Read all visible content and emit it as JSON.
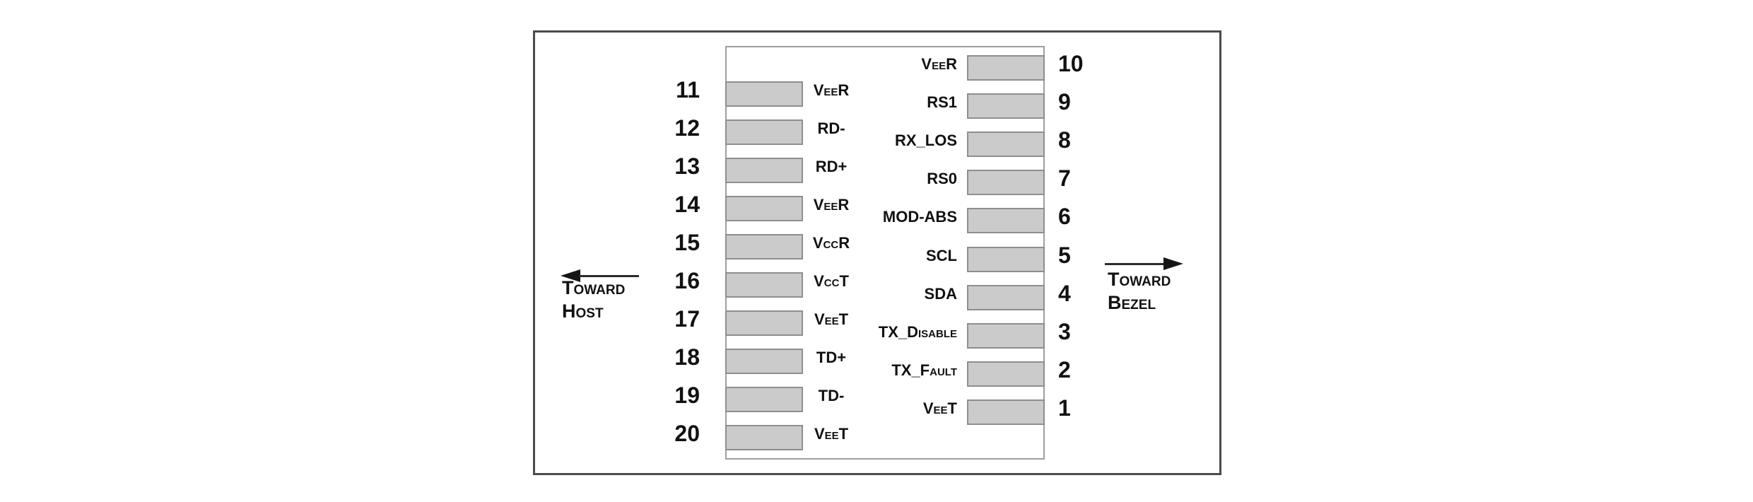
{
  "diagram": {
    "type": "connector-pad-pinout",
    "direction_left": {
      "line1": "Toward",
      "line2": "Host"
    },
    "direction_right": {
      "line1": "Toward",
      "line2": "Bezel"
    },
    "left_pins": [
      {
        "number": "11",
        "label": "VeeR"
      },
      {
        "number": "12",
        "label": "RD-"
      },
      {
        "number": "13",
        "label": "RD+"
      },
      {
        "number": "14",
        "label": "VeeR"
      },
      {
        "number": "15",
        "label": "VccR"
      },
      {
        "number": "16",
        "label": "VccT"
      },
      {
        "number": "17",
        "label": "VeeT"
      },
      {
        "number": "18",
        "label": "TD+"
      },
      {
        "number": "19",
        "label": "TD-"
      },
      {
        "number": "20",
        "label": "VeeT"
      }
    ],
    "right_pins": [
      {
        "number": "10",
        "label": "VeeR"
      },
      {
        "number": "9",
        "label": "RS1"
      },
      {
        "number": "8",
        "label": "RX_LOS"
      },
      {
        "number": "7",
        "label": "RS0"
      },
      {
        "number": "6",
        "label": "MOD-ABS"
      },
      {
        "number": "5",
        "label": "SCL"
      },
      {
        "number": "4",
        "label": "SDA"
      },
      {
        "number": "3",
        "label": "TX_Disable"
      },
      {
        "number": "2",
        "label": "TX_Fault"
      },
      {
        "number": "1",
        "label": "VeeT"
      }
    ],
    "colors": {
      "background": "#ffffff",
      "pad_fill": "#cbcbcb",
      "pad_border": "#8e8e8e",
      "inner_outline": "#9e9e9e",
      "outer_frame": "#4b4b4b",
      "text": "#111111"
    }
  }
}
